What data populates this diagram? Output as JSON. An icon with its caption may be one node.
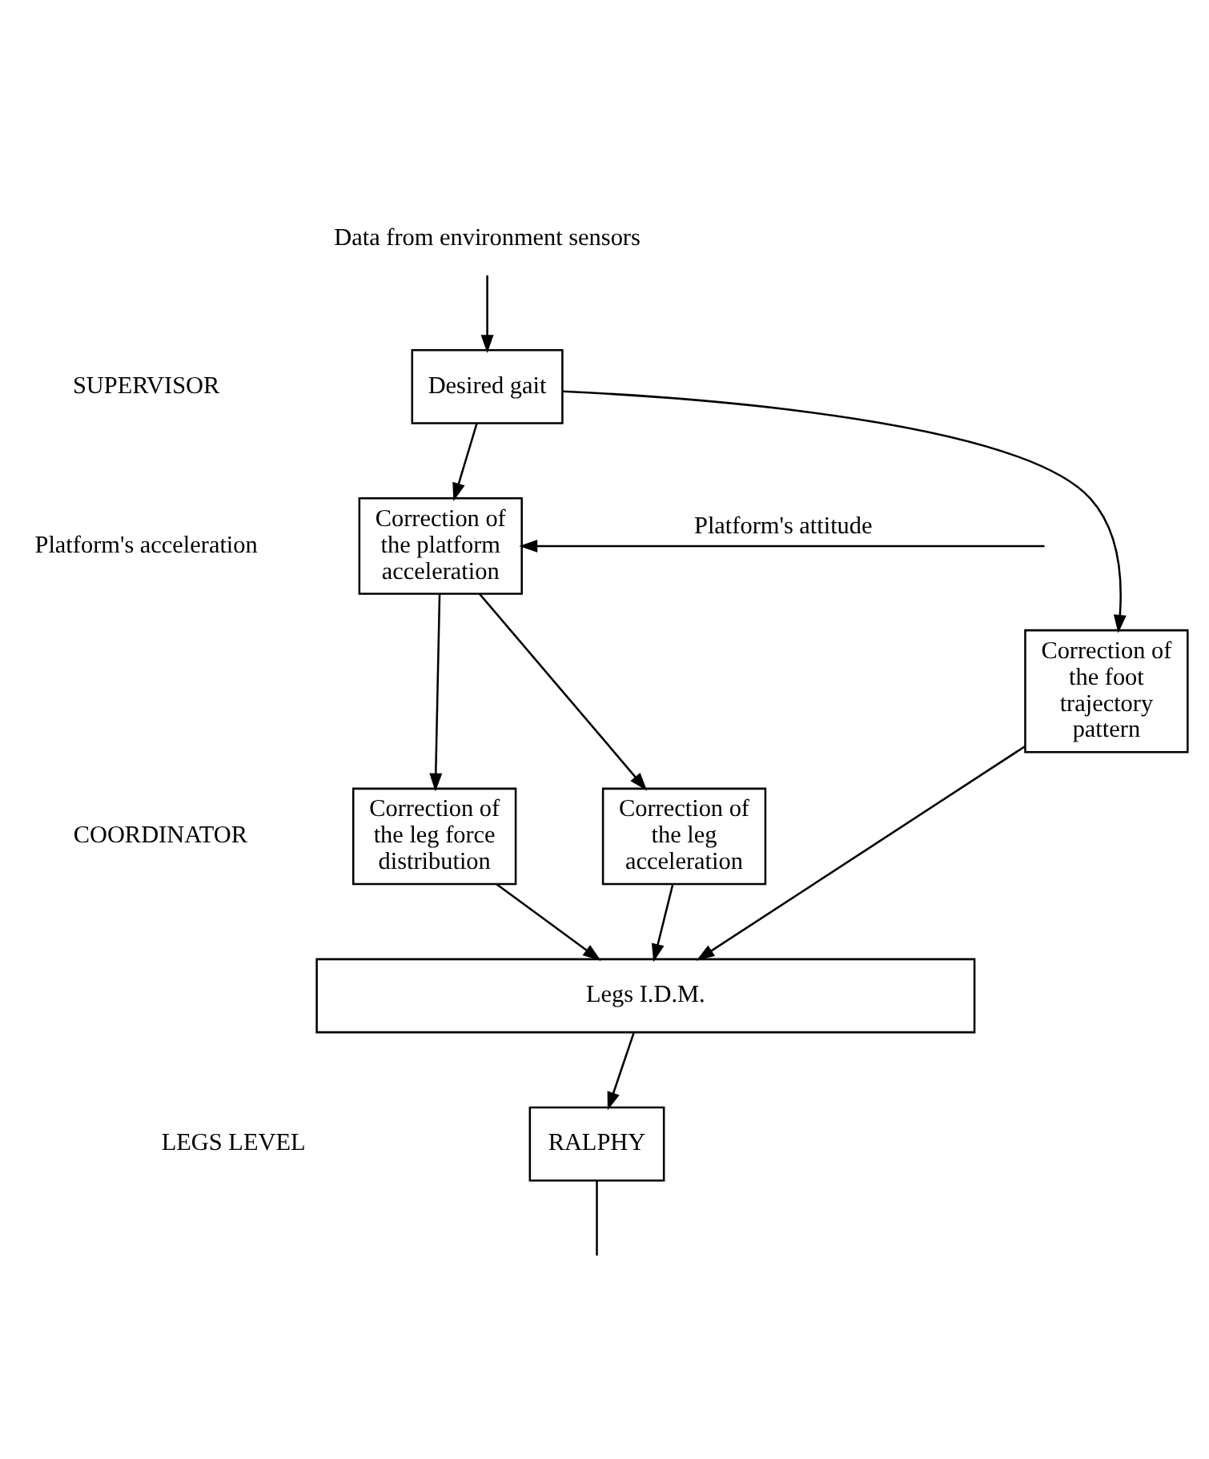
{
  "diagram": {
    "nodes": [
      {
        "text": [
          "Data from environment sensors"
        ]
      },
      {
        "text": [
          "Desired gait"
        ]
      },
      {
        "text": [
          "Correction of the foot trajectory pattern"
        ]
      },
      {
        "text": [
          "Correction of the platform acceleration"
        ]
      },
      {
        "text": [
          "Correction of the leg acceleration"
        ]
      },
      {
        "text": [
          "Correction of the leg force distribution"
        ]
      },
      {
        "text": [
          "Legs I.D.M."
        ]
      },
      {
        "text": [
          "RALPHY"
        ]
      }
    ],
    "edges": [
      {
        "from": 0,
        "to": 1,
        "arrow": "to"
      },
      {
        "from": 1,
        "to": 2,
        "arrow": "to"
      },
      {
        "from": 1,
        "to": 3,
        "arrow": "to"
      },
      {
        "from": null,
        "to": 3,
        "arrow": "to",
        "label": "Platform's attitude"
      },
      {
        "from": 3,
        "to": 4,
        "arrow": "to"
      },
      {
        "from": 3,
        "to": 5,
        "arrow": "to"
      },
      {
        "from": 2,
        "to": 6,
        "arrow": "to"
      },
      {
        "from": 4,
        "to": 6,
        "arrow": "to"
      },
      {
        "from": 5,
        "to": 6,
        "arrow": "to"
      },
      {
        "from": 6,
        "to": 7,
        "arrow": "to"
      },
      {
        "from": 7,
        "to": null,
        "arrow": "none"
      }
    ],
    "labels": [
      "SUPERVISOR",
      "Platform's acceleration",
      "COORDINATOR",
      "LEGS LEVEL"
    ]
  }
}
